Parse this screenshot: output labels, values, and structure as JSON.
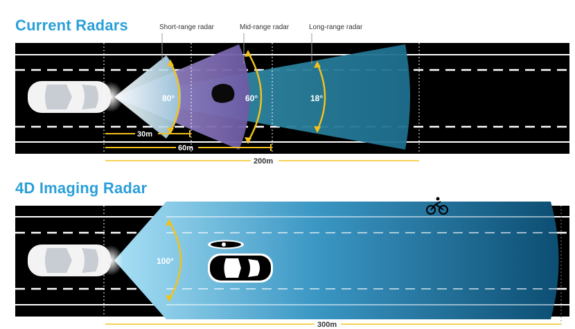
{
  "sections": {
    "current": {
      "title": "Current Radars",
      "labels": {
        "short": "Short-range radar",
        "mid": "Mid-range radar",
        "long": "Long-range radar"
      },
      "angles": {
        "short": "80°",
        "mid": "60°",
        "long": "18°"
      },
      "distances": {
        "short": "30m",
        "mid": "60m",
        "long": "200m"
      }
    },
    "imaging": {
      "title": "4D Imaging Radar",
      "angle": "100°",
      "distance": "300m"
    }
  },
  "colors": {
    "accent": "#2a9fd8",
    "road": "#000000",
    "marker": "#f2c21b",
    "short_beam": "#c8e4ef",
    "mid_beam": "#8a78b8",
    "long_beam": "#2b7d9a",
    "imaging_beam": "#3a9dc8"
  },
  "icons": [
    "car-icon",
    "motorcycle-icon",
    "bicycle-icon",
    "obstacle-icon"
  ]
}
